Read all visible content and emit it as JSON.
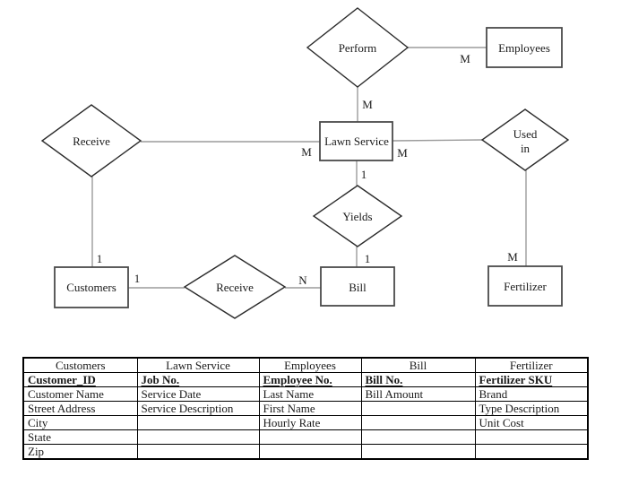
{
  "diagram": {
    "entity_labels": {
      "employees": "Employees",
      "lawn_service": "Lawn Service",
      "customers": "Customers",
      "bill": "Bill",
      "fertilizer": "Fertilizer"
    },
    "relationship_labels": {
      "perform": "Perform",
      "receive_top": "Receive",
      "used_in_line1": "Used",
      "used_in_line2": "in",
      "yields": "Yields",
      "receive_bottom": "Receive"
    },
    "cardinality_labels": {
      "perform_employees": "M",
      "perform_lawn_service": "M",
      "receive_lawn_service": "M",
      "lawn_service_used_in": "M",
      "lawn_service_yields": "1",
      "yields_bill": "1",
      "used_in_fertilizer": "M",
      "receive_customers": "1",
      "customers_receive": "1",
      "receive_bill": "N"
    },
    "colors": {
      "connector": "#9b9b9b",
      "diamond_border": "#2b2b2b",
      "rect_border": "#4a4a4a",
      "text": "#1a1a1a"
    }
  },
  "table": {
    "headers": [
      "Customers",
      "Lawn Service",
      "Employees",
      "Bill",
      "Fertilizer"
    ],
    "keys": [
      "Customer_ID",
      "Job No.",
      "Employee No.",
      "Bill No.",
      "Fertilizer SKU"
    ],
    "rows": [
      [
        "Customer Name",
        "Service Date",
        "Last Name",
        "Bill Amount",
        "Brand"
      ],
      [
        "Street Address",
        "Service Description",
        "First Name",
        "",
        "Type Description"
      ],
      [
        "City",
        "",
        "Hourly Rate",
        "",
        "Unit Cost"
      ],
      [
        "State",
        "",
        "",
        "",
        ""
      ],
      [
        "Zip",
        "",
        "",
        "",
        ""
      ]
    ],
    "colors": {
      "border": "#000000",
      "misspell_underline": "#cc0000"
    }
  }
}
